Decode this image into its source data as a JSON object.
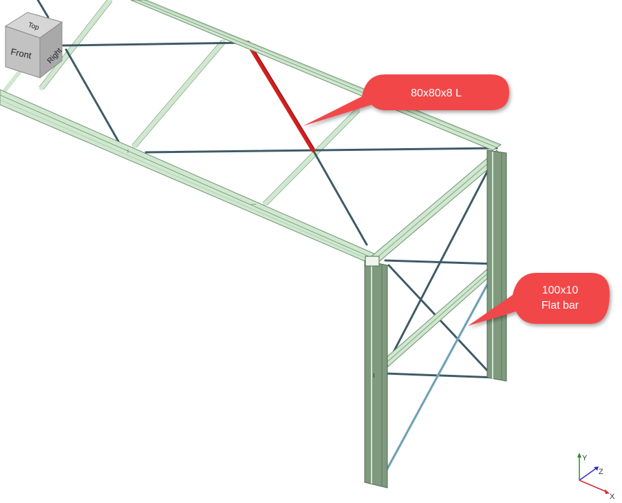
{
  "viewcube": {
    "top_label": "Top",
    "front_label": "Front",
    "right_label": "Right"
  },
  "callouts": [
    {
      "lines": [
        "80x80x8 L"
      ]
    },
    {
      "lines": [
        "100x10",
        "Flat bar"
      ]
    }
  ],
  "axes": {
    "y": "Y",
    "z": "Z",
    "x": "X"
  },
  "colors": {
    "steel_fill": "#cfe8cf",
    "steel_edge": "#6f8f6f",
    "column_fill": "#7f9a7f",
    "brace_dark": "#3e5a66",
    "highlight_red": "#d21f1f",
    "flat_bar": "#8ab6c7",
    "callout_red": "#f2474a",
    "axis_y": "#2a8a2a",
    "axis_z": "#2a2ad0",
    "axis_x": "#d02a2a"
  }
}
